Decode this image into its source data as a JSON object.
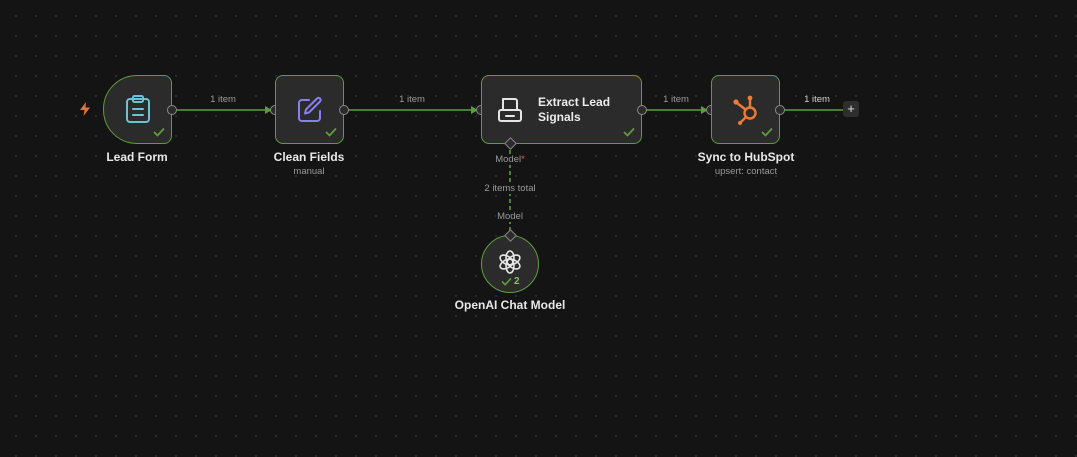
{
  "colors": {
    "canvas": "#141414",
    "node_bg": "#2b2b2b",
    "success_green": "#5c9e3c",
    "trigger_bolt": "#e0763a",
    "hubspot_orange": "#f07a34",
    "form_icon": "#6cc3d5",
    "edit_icon": "#8a7ff0"
  },
  "nodes": {
    "lead_form": {
      "label": "Lead Form",
      "subtitle": "",
      "icon": "clipboard-icon",
      "status": "success"
    },
    "clean_fields": {
      "label": "Clean Fields",
      "subtitle": "manual",
      "icon": "pencil-edit-icon",
      "status": "success"
    },
    "extract_lead_signals": {
      "label": "Extract Lead Signals",
      "line1": "Extract Lead",
      "line2": "Signals",
      "icon": "ai-agent-icon",
      "status": "success"
    },
    "sync_hubspot": {
      "label": "Sync to HubSpot",
      "subtitle": "upsert: contact",
      "icon": "hubspot-icon",
      "status": "success"
    },
    "openai_chat": {
      "label": "OpenAI Chat Model",
      "icon": "openai-icon",
      "status": "success",
      "run_count": "2"
    }
  },
  "edges": {
    "form_to_clean": "1 item",
    "clean_to_extract": "1 item",
    "extract_to_hubspot": "1 item",
    "hubspot_out": "1 item",
    "model_connection": "2 items total"
  },
  "ports": {
    "agent_model_input": "Model",
    "agent_model_required": "*",
    "chat_model_output": "Model"
  },
  "toolbar": {
    "add_node": "+"
  }
}
